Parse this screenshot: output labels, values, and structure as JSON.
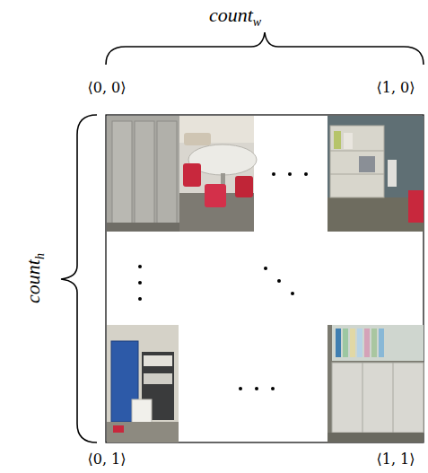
{
  "diagram": {
    "labels": [
      "count",
      "w",
      "count",
      "h",
      "⟨0, 0⟩",
      "⟨1, 0⟩",
      "⟨0, 1⟩",
      "⟨1, 1⟩"
    ]
  }
}
